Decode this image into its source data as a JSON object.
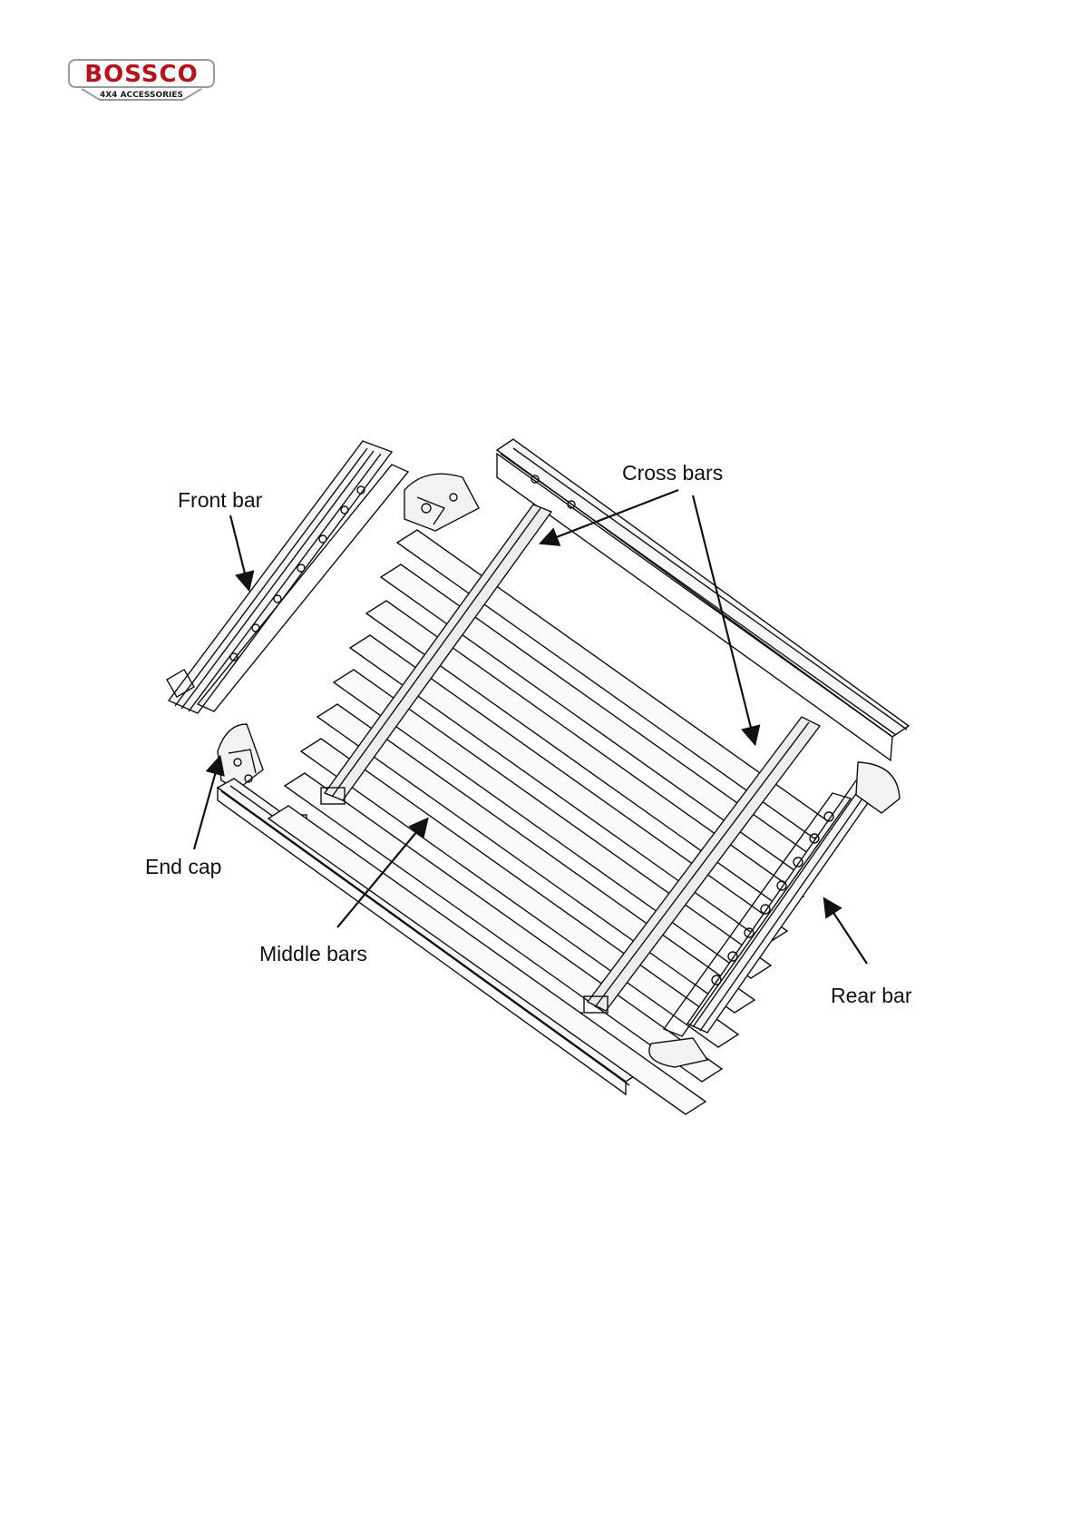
{
  "logo": {
    "brand": "BOSSCO",
    "tagline": "4X4 ACCESSORIES",
    "brand_color": "#b5121b"
  },
  "diagram": {
    "labels": {
      "front_bar": "Front bar",
      "cross_bars": "Cross bars",
      "end_cap": "End cap",
      "middle_bars": "Middle bars",
      "rear_bar": "Rear bar"
    },
    "line_color": "#111111"
  }
}
